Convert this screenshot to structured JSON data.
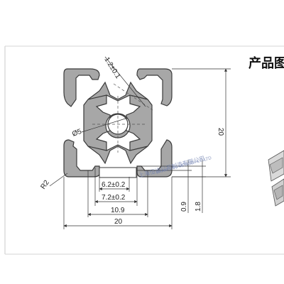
{
  "page": {
    "title_partial": "产品图",
    "watermark_text": "上海恒迪公司制造有限公司",
    "watermark_sub": "SHANGHAI HENGDI CO.LTD"
  },
  "dimensions": {
    "wall": "1.2±0.1",
    "height": "20",
    "bore": "Ø5",
    "radius": "R2",
    "slot_inner": "6.2±0.2",
    "slot_outer": "7.2±0.2",
    "slot_depth": "10.9",
    "width": "20",
    "lip": "0.9",
    "lip_depth": "1.8"
  },
  "colors": {
    "profile_fill": "#a7a7a7",
    "profile_stroke": "#3a3a3a",
    "line": "#333333",
    "centerline": "#555555",
    "background": "#ffffff",
    "frame": "#c8c8c8"
  }
}
